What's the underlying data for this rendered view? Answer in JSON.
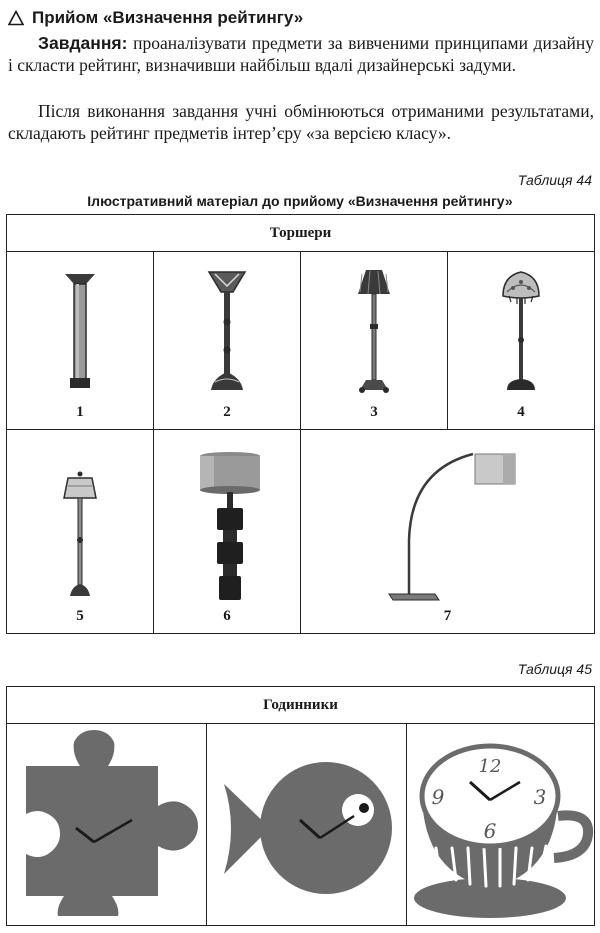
{
  "header": {
    "title": "Прийом «Визначення рейтингу»"
  },
  "task": {
    "label": "Завдання:",
    "text": " проаналізувати предмети за вивченими принципами дизайну і скласти рейтинг, визначивши найбільш вдалі дизайнерські задуми."
  },
  "followup": {
    "text": "Після виконання завдання учні обмінюються отриманими результатами, складають рейтинг предметів інтер’єру «за версією класу»."
  },
  "table44": {
    "caption": "Таблиця 44",
    "title": "Ілюстративний матеріал до прийому «Визначення рейтингу»",
    "header": "Торшери",
    "items": [
      {
        "number": "1",
        "icon": "torchiere-lamp-icon"
      },
      {
        "number": "2",
        "icon": "ornate-torchiere-lamp-icon"
      },
      {
        "number": "3",
        "icon": "pleated-shade-floor-lamp-icon"
      },
      {
        "number": "4",
        "icon": "tiffany-floor-lamp-icon"
      },
      {
        "number": "5",
        "icon": "drum-shade-floor-lamp-icon"
      },
      {
        "number": "6",
        "icon": "modern-block-floor-lamp-icon"
      },
      {
        "number": "7",
        "icon": "arc-floor-lamp-icon"
      }
    ]
  },
  "table45": {
    "caption": "Таблиця 45",
    "header": "Годинники",
    "items": [
      {
        "icon": "puzzle-clock-icon"
      },
      {
        "icon": "fish-clock-icon"
      },
      {
        "icon": "teacup-clock-icon",
        "dial_numbers": [
          "12",
          "9",
          "3",
          "6"
        ]
      }
    ]
  },
  "colors": {
    "text": "#1a1a1a",
    "illustration_gray": "#6b6b6b",
    "lamp_dark": "#2b2b2b",
    "lamp_shade": "#c9c9c9"
  }
}
